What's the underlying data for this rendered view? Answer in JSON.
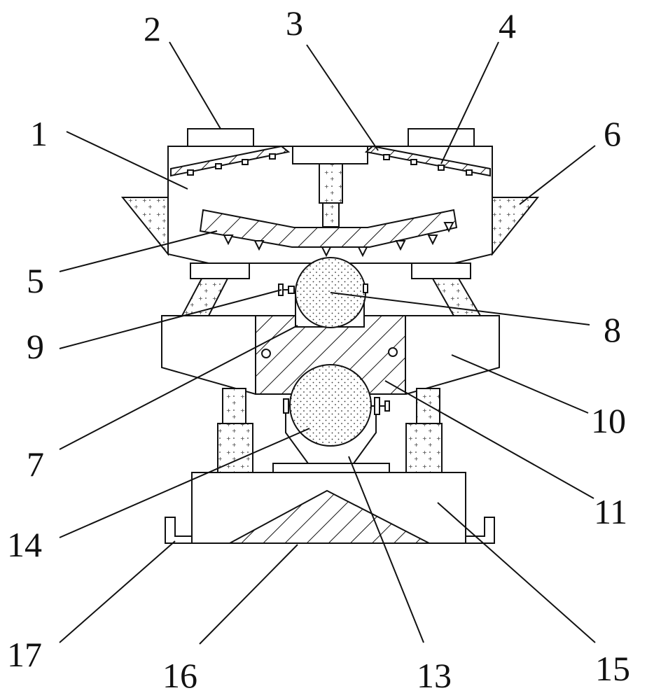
{
  "labels": [
    "1",
    "2",
    "3",
    "4",
    "5",
    "6",
    "7",
    "8",
    "9",
    "10",
    "11",
    "13",
    "14",
    "15",
    "16",
    "17"
  ],
  "line_color": "#111111",
  "background": "#ffffff"
}
